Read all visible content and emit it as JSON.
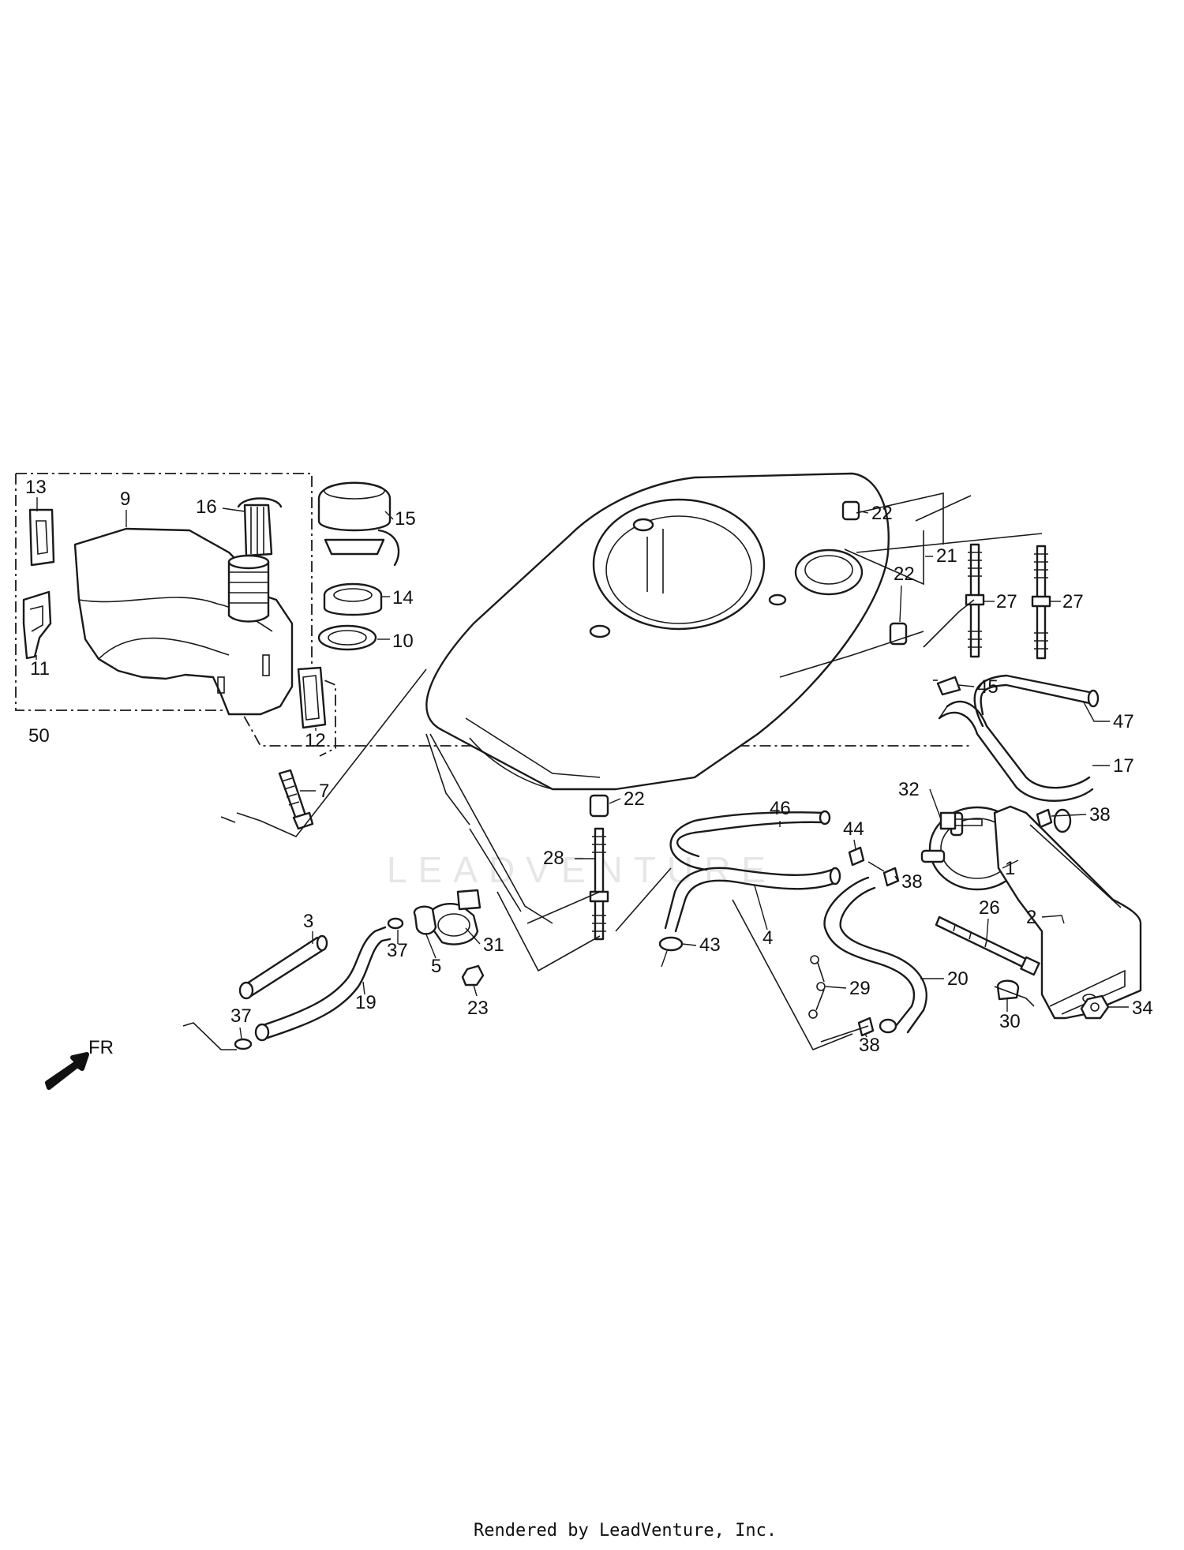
{
  "labels": [
    {
      "n": "13"
    },
    {
      "n": "9"
    },
    {
      "n": "16"
    },
    {
      "n": "15"
    },
    {
      "n": "14"
    },
    {
      "n": "10"
    },
    {
      "n": "11"
    },
    {
      "n": "12"
    },
    {
      "n": "50"
    },
    {
      "n": "7"
    },
    {
      "n": "22"
    },
    {
      "n": "22"
    },
    {
      "n": "21"
    },
    {
      "n": "27"
    },
    {
      "n": "27"
    },
    {
      "n": "45"
    },
    {
      "n": "47"
    },
    {
      "n": "17"
    },
    {
      "n": "32"
    },
    {
      "n": "38"
    },
    {
      "n": "22"
    },
    {
      "n": "28"
    },
    {
      "n": "46"
    },
    {
      "n": "44"
    },
    {
      "n": "1"
    },
    {
      "n": "38"
    },
    {
      "n": "26"
    },
    {
      "n": "2"
    },
    {
      "n": "3"
    },
    {
      "n": "37"
    },
    {
      "n": "31"
    },
    {
      "n": "5"
    },
    {
      "n": "43"
    },
    {
      "n": "4"
    },
    {
      "n": "19"
    },
    {
      "n": "23"
    },
    {
      "n": "29"
    },
    {
      "n": "20"
    },
    {
      "n": "34"
    },
    {
      "n": "37"
    },
    {
      "n": "30"
    },
    {
      "n": "38"
    }
  ],
  "direction_label": "FR",
  "watermark": "LEADVENTURE",
  "footer": "Rendered by LeadVenture, Inc."
}
